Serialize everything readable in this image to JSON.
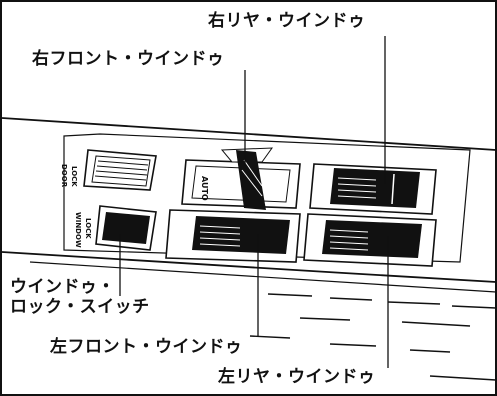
{
  "callouts": {
    "right_rear": "右リヤ・ウインドゥ",
    "right_front": "右フロント・ウインドゥ",
    "lock_switch_line1": "ウインドゥ・",
    "lock_switch_line2": "ロック・スイッチ",
    "left_front": "左フロント・ウインドゥ",
    "left_rear": "左リヤ・ウインドゥ"
  },
  "panel_labels": {
    "door_lock_1": "DOOR",
    "door_lock_2": "LOCK",
    "window_lock_1": "WINDOW",
    "window_lock_2": "LOCK",
    "auto": "AUTO"
  },
  "colors": {
    "ink": "#111111",
    "paper": "#ffffff"
  }
}
